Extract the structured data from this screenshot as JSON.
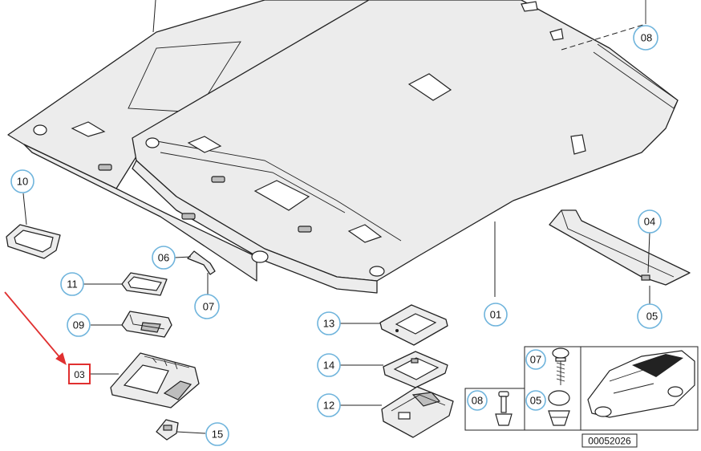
{
  "callouts": {
    "c01": "01",
    "c03": "03",
    "c04": "04",
    "c05": "05",
    "c06": "06",
    "c07": "07",
    "c08": "08",
    "c09": "09",
    "c10": "10",
    "c11": "11",
    "c12": "12",
    "c13": "13",
    "c14": "14",
    "c15": "15"
  },
  "inset": {
    "c07": "07",
    "c08": "08",
    "c05": "05"
  },
  "document_number": "00052026",
  "colors": {
    "callout_ring": "#6fb4dc",
    "highlight": "#e03030"
  }
}
